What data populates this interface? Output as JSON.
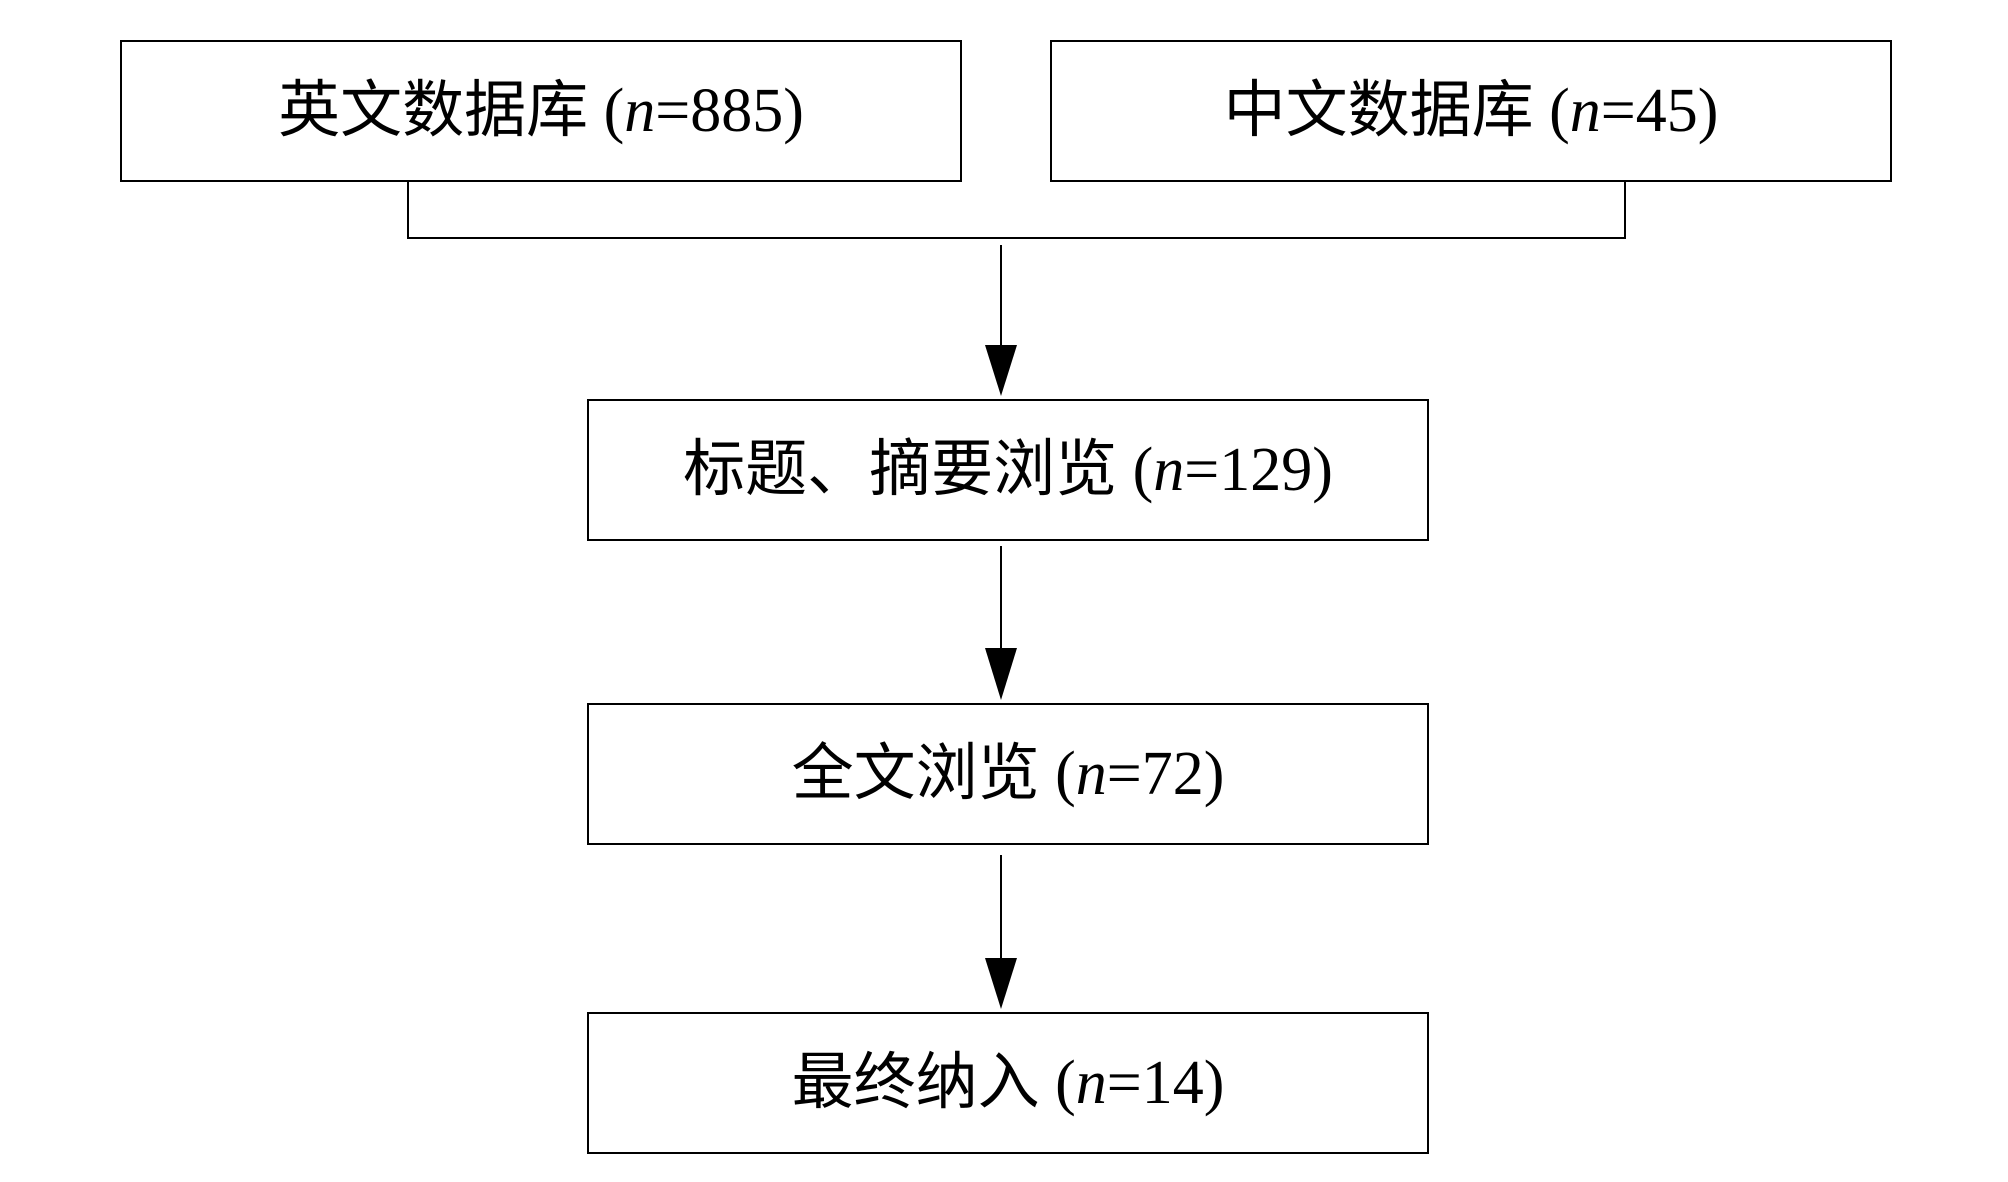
{
  "flowchart": {
    "nodes": [
      {
        "id": "english-db",
        "label": "英文数据库",
        "n_symbol": "n",
        "eq": " =",
        "count": "885"
      },
      {
        "id": "chinese-db",
        "label": "中文数据库",
        "n_symbol": "n",
        "eq": " = ",
        "count": "45"
      },
      {
        "id": "title-abstract",
        "label": "标题、摘要浏览",
        "n_symbol": "n",
        "eq": " = ",
        "count": "129"
      },
      {
        "id": "full-text",
        "label": "全文浏览",
        "n_symbol": "n",
        "eq": " = ",
        "count": "72"
      },
      {
        "id": "final-included",
        "label": "最终纳入",
        "n_symbol": "n",
        "eq": " = ",
        "count": "14"
      }
    ],
    "edges": [
      {
        "from": "english-db",
        "to": "title-abstract"
      },
      {
        "from": "chinese-db",
        "to": "title-abstract"
      },
      {
        "from": "title-abstract",
        "to": "full-text"
      },
      {
        "from": "full-text",
        "to": "final-included"
      }
    ],
    "colors": {
      "stroke": "#000000",
      "background": "#ffffff"
    }
  }
}
